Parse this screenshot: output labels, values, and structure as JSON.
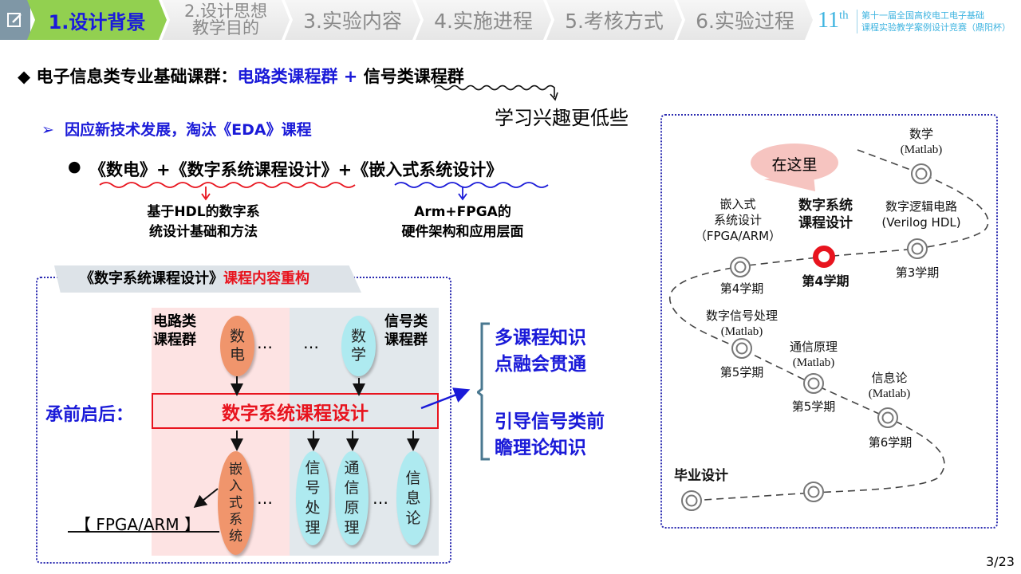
{
  "nav": {
    "tabs": [
      {
        "label": "1.设计背景",
        "active": true
      },
      {
        "label": "2.设计思想\n教学目的"
      },
      {
        "label": "3.实验内容"
      },
      {
        "label": "4.实施进程"
      },
      {
        "label": "5.考核方式"
      },
      {
        "label": "6.实验过程"
      }
    ],
    "edition": "11",
    "edition_sup": "th",
    "competition_line1": "第十一届全国高校电工电子基础",
    "competition_line2": "课程实验教学案例设计竞赛（鼎阳杯）"
  },
  "intro": {
    "heading": "◆ 电子信息类专业基础课群：",
    "circuit_group": "电路类课程群",
    "plus": "+",
    "signal_group": "信号类课程群",
    "signal_note": "学习兴趣更低些",
    "bullet1": "➢  因应新技术发展，淘汰《EDA》课程",
    "bullet2_mark": "●",
    "bullet2": "《数电》+《数字系统课程设计》+《嵌入式系统设计》",
    "note_left": "基于HDL的数字系\n统设计基础和方法",
    "note_right": "Arm+FPGA的\n硬件架构和应用层面"
  },
  "restructure": {
    "title_black": "《数字系统课程设计》",
    "title_red": "课程内容重构",
    "circuit_label": "电路类\n课程群",
    "signal_label": "信号类\n课程群",
    "top_left": "数\n电",
    "top_right": "数\n学",
    "dots": "…",
    "bridge_label": "承前启后：",
    "center": "数字系统课程设计",
    "bottom": [
      "嵌\n入\n式\n系\n统",
      "信\n号\n处\n理",
      "通\n信\n原\n理",
      "信\n息\n论"
    ],
    "fpga": "【 FPGA/ARM 】",
    "outcome1": "多课程知识\n点融会贯通",
    "outcome2": "引导信号类前\n瞻理论知识"
  },
  "roadmap": {
    "bubble": "在这里",
    "nodes": [
      {
        "name": "数学",
        "tool": "(Matlab)",
        "term": ""
      },
      {
        "name": "数字逻辑电路",
        "tool": "(Verilog HDL)",
        "term": "第3学期"
      },
      {
        "name": "数字系统\n课程设计",
        "tool": "",
        "term": "第4学期",
        "current": true
      },
      {
        "name": "嵌入式\n系统设计",
        "tool": "（FPGA/ARM）",
        "term": "第4学期"
      },
      {
        "name": "数字信号处理",
        "tool": "(Matlab)",
        "term": "第5学期"
      },
      {
        "name": "通信原理",
        "tool": "(Matlab)",
        "term": "第5学期"
      },
      {
        "name": "信息论",
        "tool": "(Matlab)",
        "term": "第6学期"
      },
      {
        "name": "毕业设计",
        "tool": "",
        "term": ""
      }
    ]
  },
  "page_number": "3/23",
  "colors": {
    "accent_blue": "#1a1ad8",
    "accent_red": "#e8141e",
    "active_tab": "#92d050"
  }
}
